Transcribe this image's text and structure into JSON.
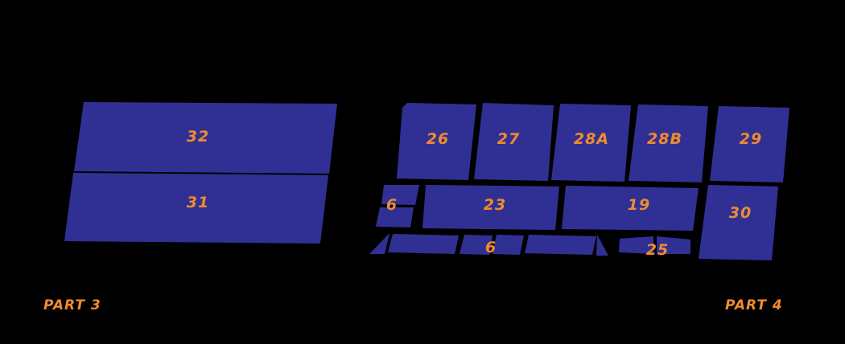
{
  "colors": {
    "background": "#000000",
    "piece_fill": "#303094",
    "label": "#F08C2E"
  },
  "parts": {
    "part3": "PART 3",
    "part4": "PART 4"
  },
  "pieces": {
    "p32": "32",
    "p31": "31",
    "p26": "26",
    "p27": "27",
    "p28a": "28A",
    "p28b": "28B",
    "p29": "29",
    "p6_top": "6",
    "p23": "23",
    "p19": "19",
    "p30": "30",
    "p6_bottom": "6",
    "p25": "25"
  }
}
